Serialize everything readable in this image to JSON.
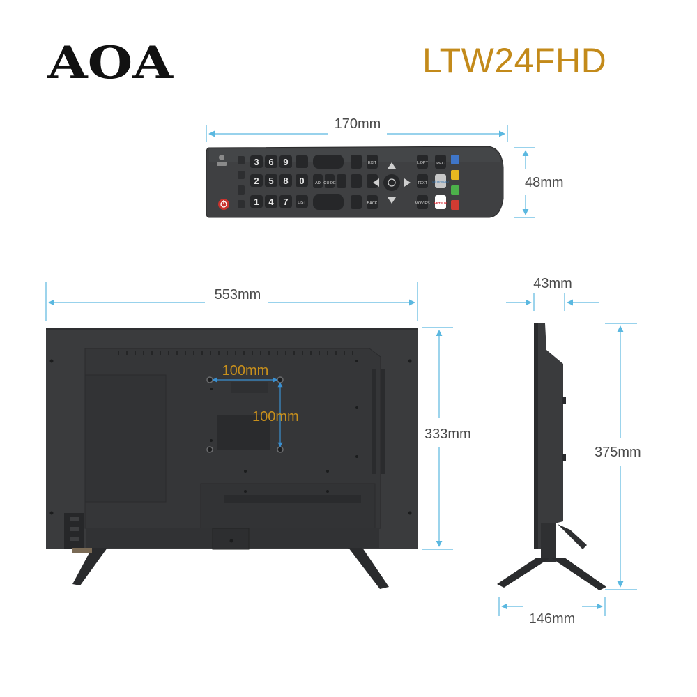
{
  "header": {
    "brand": "AOA",
    "model": "LTW24FHD"
  },
  "colors": {
    "dimension_line": "#5bb8e0",
    "dimension_text": "#4a4a4a",
    "vesa_line": "#3a8fd0",
    "vesa_text": "#c8901c",
    "model_text": "#c38a1a",
    "product_body": "#3a3b3d"
  },
  "remote": {
    "width_label": "170mm",
    "height_label": "48mm",
    "buttons": {
      "power": "power-icon",
      "numbers": [
        "1",
        "2",
        "3",
        "4",
        "5",
        "6",
        "7",
        "8",
        "9",
        "0"
      ],
      "list": "LIST",
      "guide": "GUIDE",
      "exit": "EXIT",
      "back": "BACK",
      "movies": "MOVIES",
      "text": "TEXT",
      "rec": "REC",
      "lopt": "L.OPT",
      "ad": "AD",
      "netflix": "NETFLIX",
      "prime": "prime video"
    }
  },
  "tv_back": {
    "width_label": "553mm",
    "height_label": "333mm",
    "vesa_h_label": "100mm",
    "vesa_v_label": "100mm"
  },
  "tv_side": {
    "depth_label": "43mm",
    "height_label": "375mm",
    "stand_label": "146mm"
  }
}
